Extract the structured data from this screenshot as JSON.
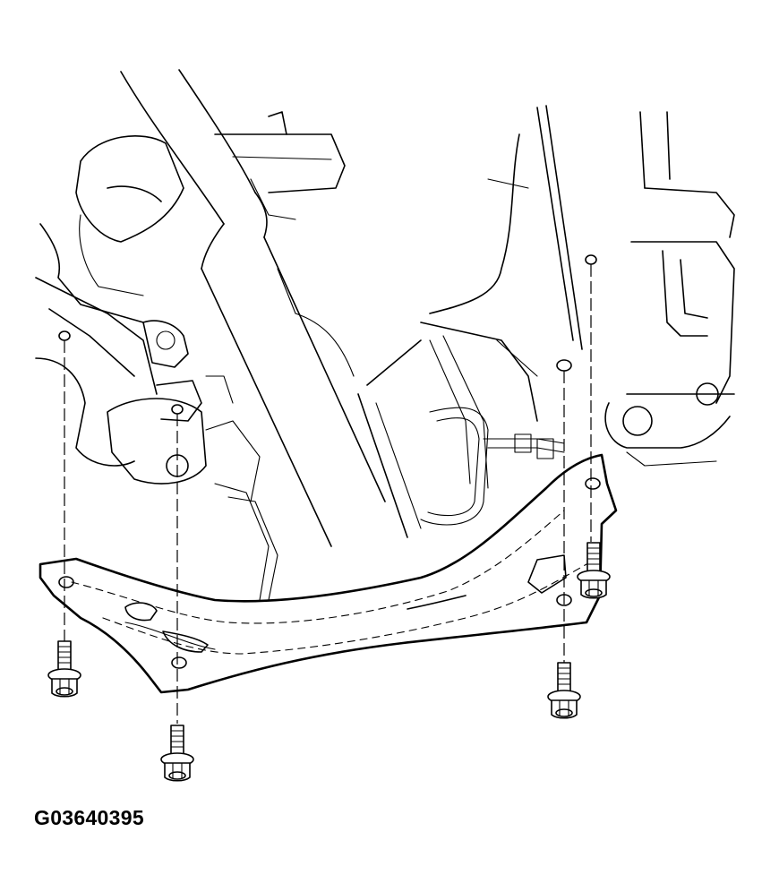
{
  "diagram": {
    "code": "G03640395",
    "line_color": "#000000",
    "background": "#ffffff",
    "fasteners": [
      {
        "name": "bolt-front-left",
        "icon": "flange-bolt-icon"
      },
      {
        "name": "bolt-center-left",
        "icon": "flange-bolt-icon"
      },
      {
        "name": "bolt-right-lower",
        "icon": "flange-bolt-icon"
      },
      {
        "name": "bolt-right-upper",
        "icon": "flange-bolt-icon"
      }
    ]
  }
}
